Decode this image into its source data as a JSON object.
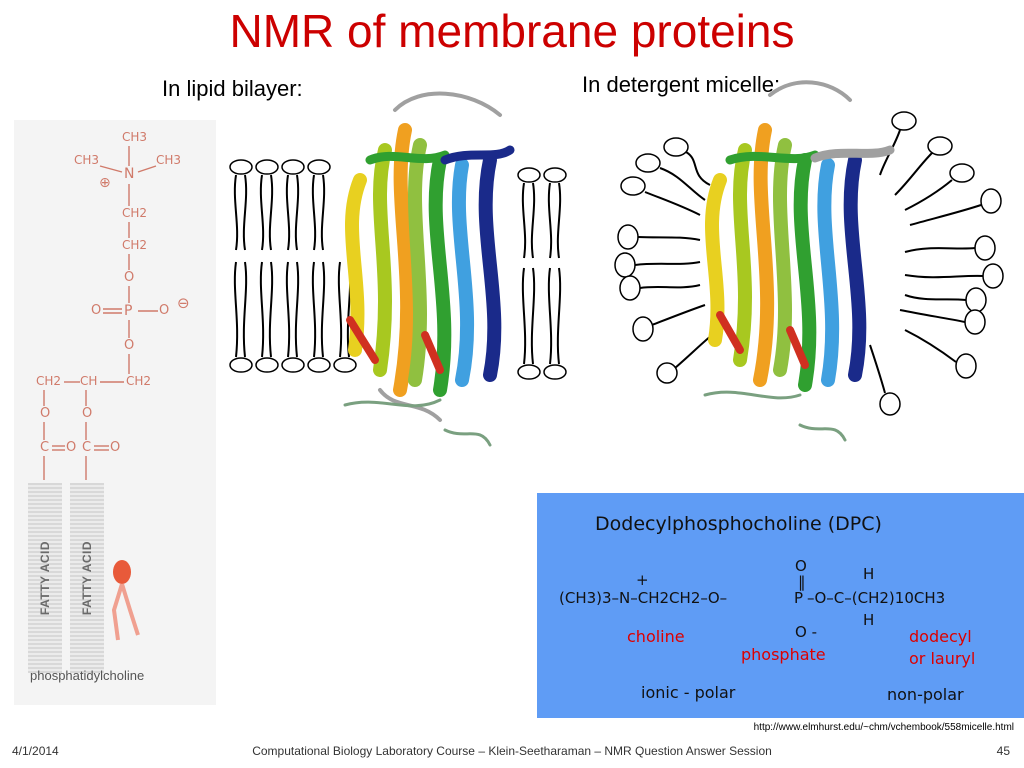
{
  "slide": {
    "title": "NMR of membrane proteins",
    "label_bilayer": "In lipid bilayer:",
    "label_micelle": "In detergent micelle:"
  },
  "phosphatidylcholine": {
    "caption": "phosphatidylcholine",
    "fatty_acid_label": "FATTY ACID",
    "atoms": {
      "ch3": "CH3",
      "n": "N",
      "plus": "⊕",
      "minus": "⊖",
      "ch2": "CH2",
      "o": "O",
      "p": "P",
      "ch": "CH",
      "c": "C"
    }
  },
  "dpc_box": {
    "title": "Dodecylphosphocholine (DPC)",
    "formula_parts": {
      "lead": "(CH3)3–N–CH2CH2–O–",
      "p": "P",
      "tail": "–O–C–(CH2)10CH3",
      "plus": "+",
      "o_top": "O",
      "dbl": "‖",
      "o_bottom": "O -",
      "h_top": "H",
      "h_bottom": "H"
    },
    "label_choline": "choline",
    "label_phosphate": "phosphate",
    "label_dodecyl_1": "dodecyl",
    "label_dodecyl_2": "or lauryl",
    "label_ionic": "ionic - polar",
    "label_nonpolar": "non-polar"
  },
  "source_url": "http://www.elmhurst.edu/~chm/vchembook/558micelle.html",
  "footer": {
    "date": "4/1/2014",
    "course": "Computational Biology Laboratory Course – Klein-Seetharaman – NMR Question Answer Session",
    "page": "45"
  },
  "colors": {
    "title": "#cc0000",
    "dpc_background": "#5f9cf5",
    "dpc_red": "#dd0000",
    "pc_text": "#d07a6a",
    "helix_colors": [
      "#e8d020",
      "#f0a020",
      "#30a030",
      "#90c040",
      "#40a0e0",
      "#1a2a8a",
      "#d03020",
      "#a0a0a0"
    ]
  }
}
